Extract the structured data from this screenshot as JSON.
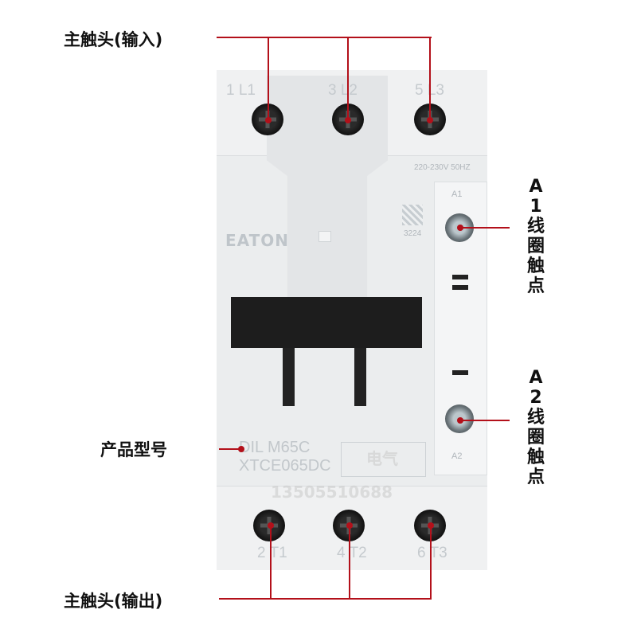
{
  "annotations": {
    "main_input": "主触头(输入)",
    "main_output": "主触头(输出)",
    "coil_a1": "A1线圈触点",
    "coil_a2": "A2线圈触点",
    "model": "产品型号"
  },
  "device": {
    "brand": "EATON",
    "input_terminals": [
      "1 L1",
      "3 L2",
      "5 L3"
    ],
    "output_terminals": [
      "2 T1",
      "4 T2",
      "6 T3"
    ],
    "voltage": "220-230V 50HZ",
    "code": "3224",
    "coil_terminals": [
      "A1",
      "A2"
    ],
    "model_lines": [
      "DIL M65C",
      "XTCE065DC"
    ],
    "watermark_text": "电气",
    "watermark_phone": "13505510688"
  },
  "colors": {
    "annotation_line": "#b3101a"
  }
}
